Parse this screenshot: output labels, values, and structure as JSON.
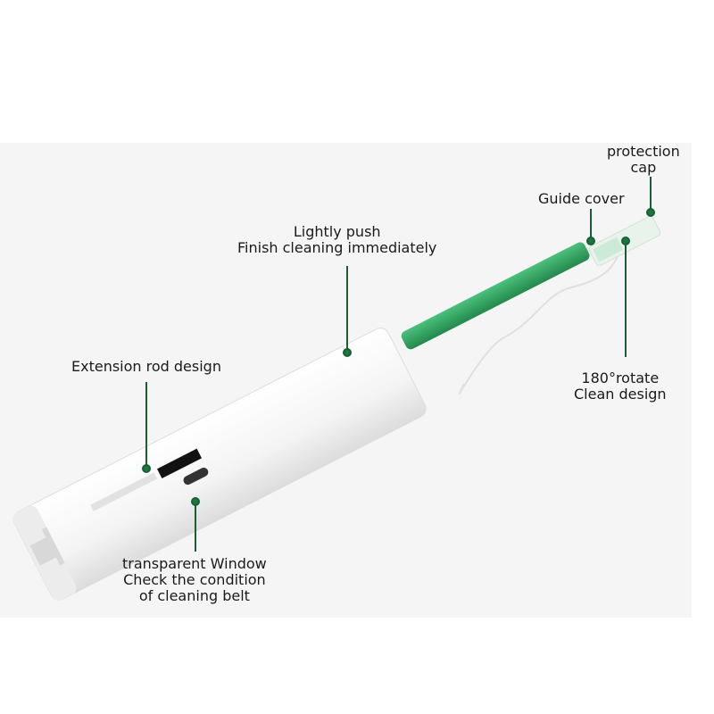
{
  "product": {
    "colors": {
      "body": "#fafafa",
      "rod": "#2ea35e",
      "accent": "#157a3c",
      "background": "#f5f5f5"
    }
  },
  "callouts": {
    "protection_cap": {
      "line1": "protection",
      "line2": "cap"
    },
    "guide_cover": {
      "text": "Guide cover"
    },
    "lightly_push": {
      "line1": "Lightly push",
      "line2": "Finish cleaning immediately"
    },
    "extension_rod": {
      "text": "Extension rod design"
    },
    "rotate": {
      "line1": "180°rotate",
      "line2": "Clean design"
    },
    "window": {
      "line1": "transparent Window",
      "line2": "Check the condition",
      "line3": "of cleaning belt"
    }
  }
}
